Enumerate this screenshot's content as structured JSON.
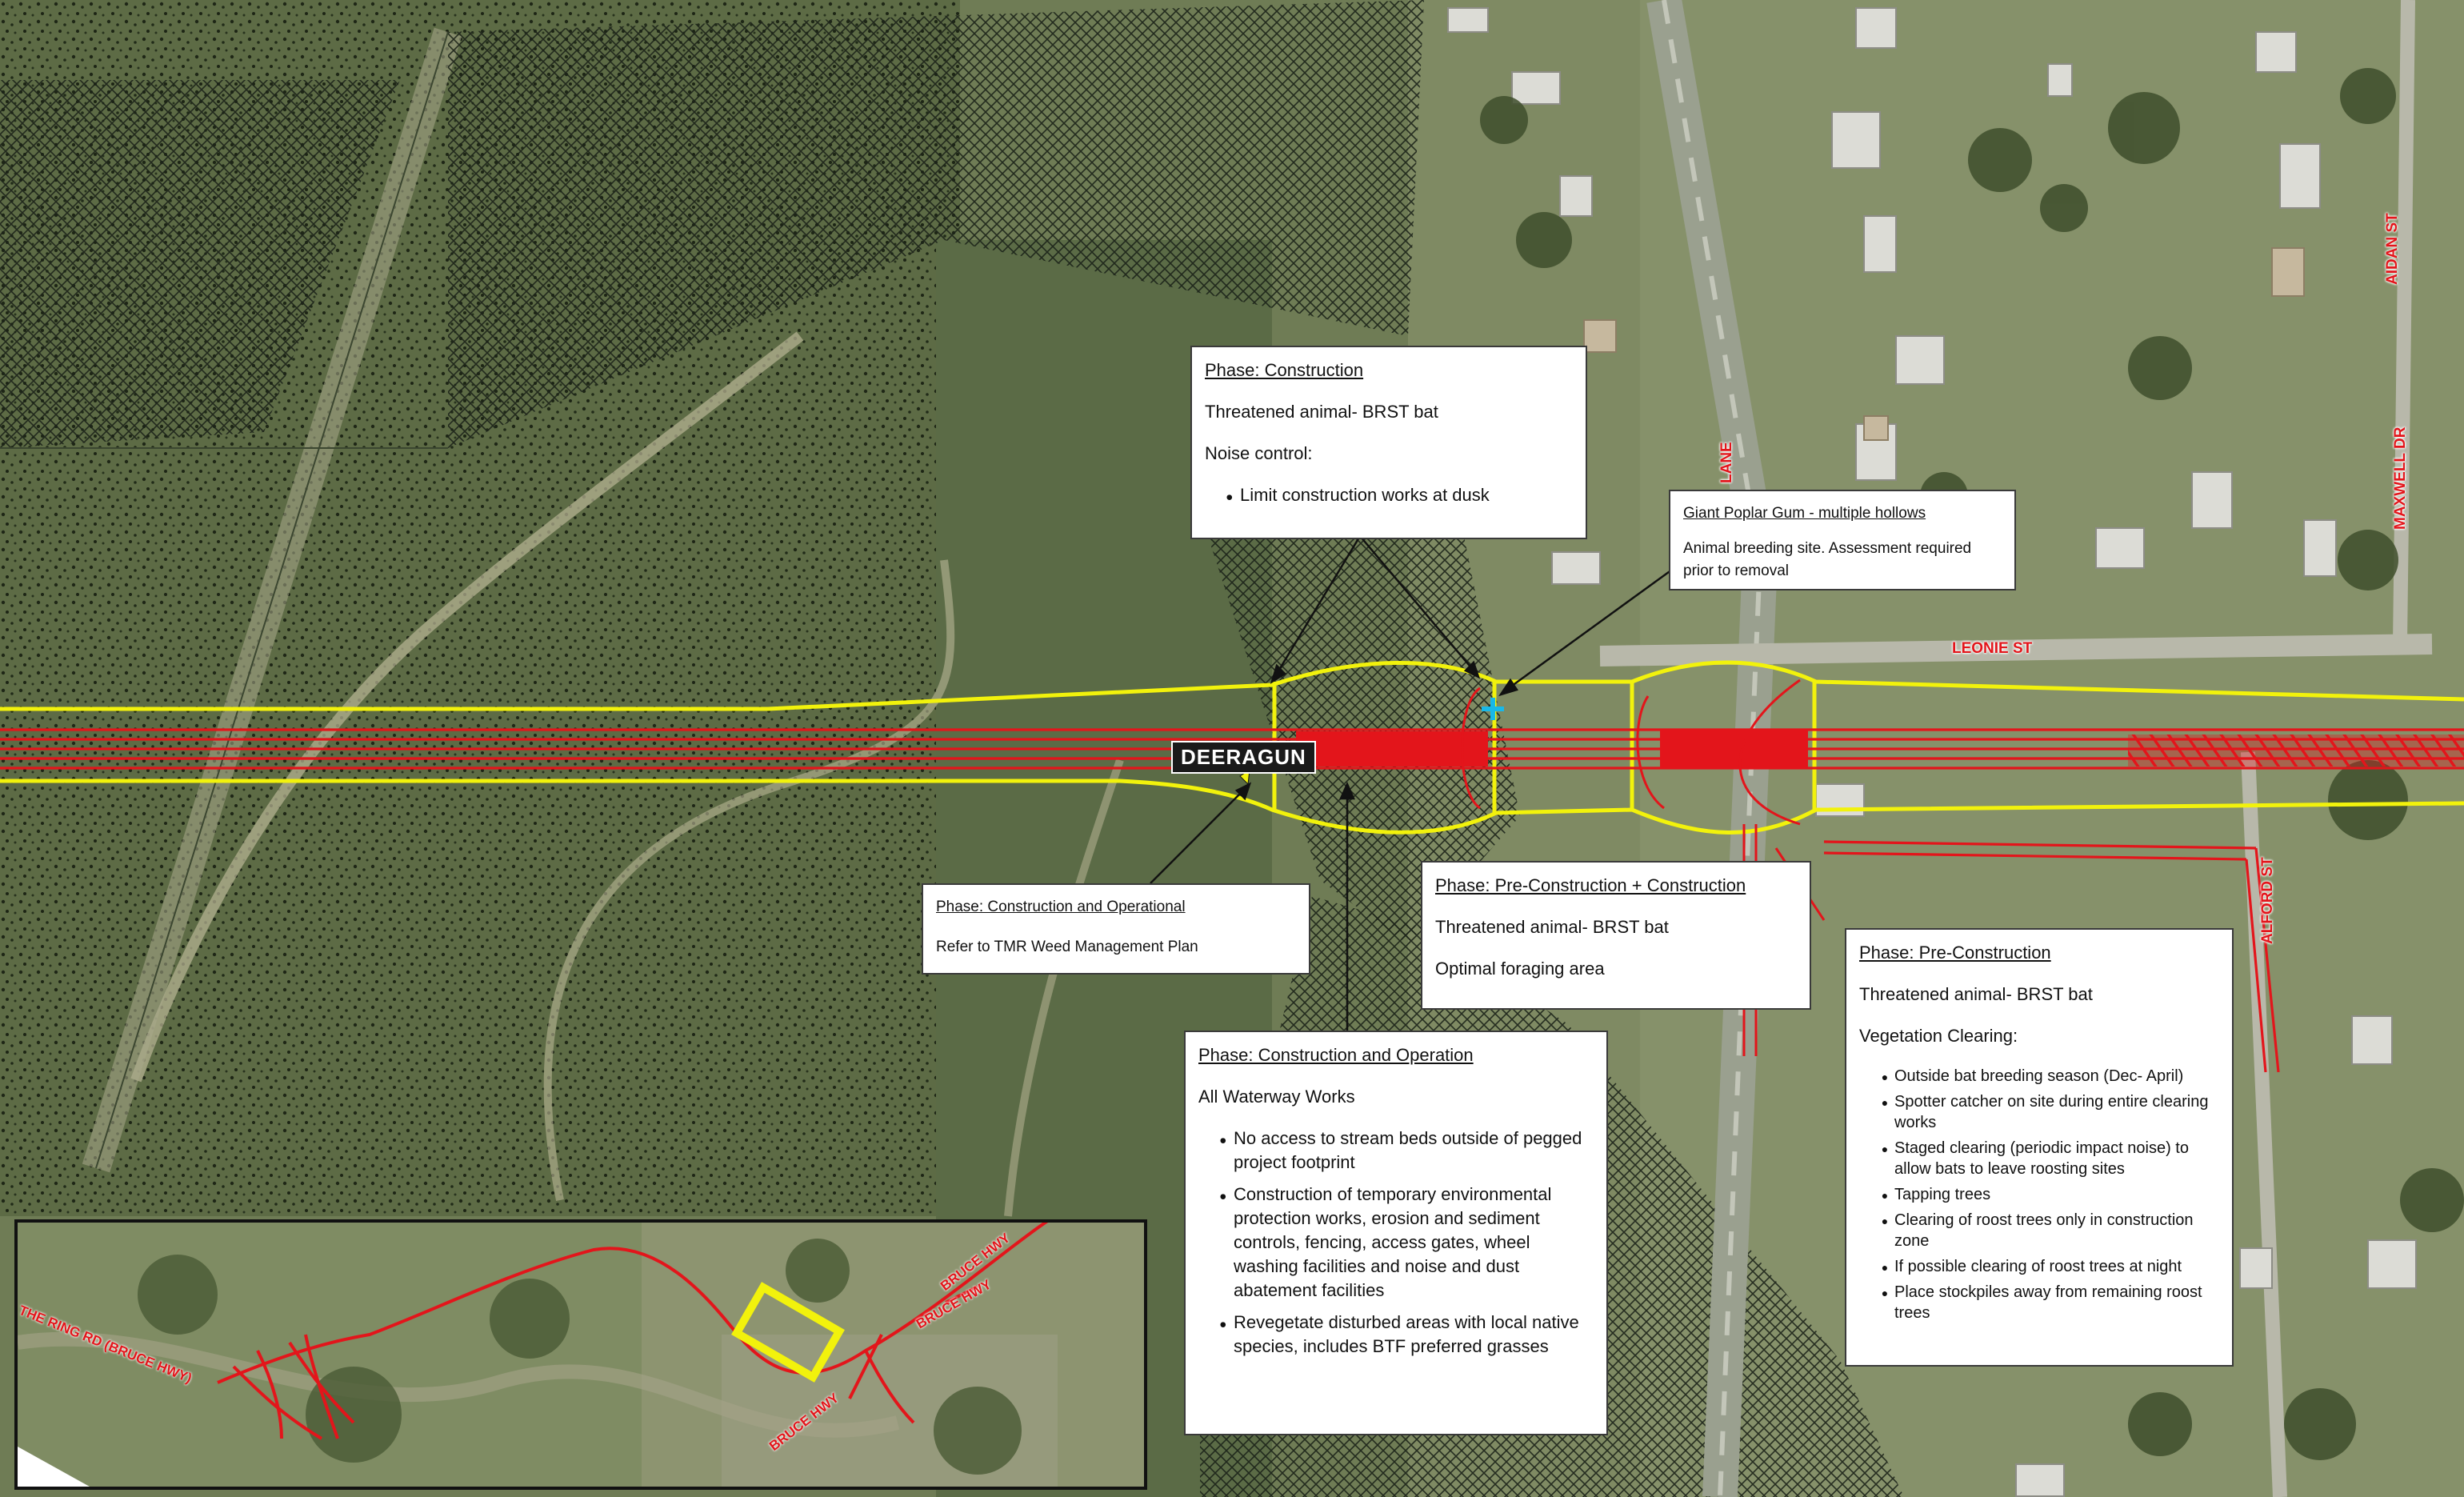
{
  "map": {
    "place_label": "DEERAGUN",
    "streets": {
      "aidan_st": "AIDAN ST",
      "maxwell_dr": "MAXWELL DR",
      "leonie_st": "LEONIE ST",
      "alford_st": "ALFORD ST",
      "lane_partial": "LANE"
    },
    "callouts": {
      "construction_noise": {
        "title": "Phase: Construction",
        "subject": "Threatened animal- BRST bat",
        "heading": "Noise control:",
        "items": [
          "Limit construction works at dusk"
        ]
      },
      "poplar_gum": {
        "title": "Giant Poplar Gum - multiple hollows",
        "body": "Animal breeding site. Assessment required prior to removal"
      },
      "weed": {
        "title": "Phase: Construction and Operational",
        "body": "Refer to TMR Weed Management Plan"
      },
      "foraging": {
        "title": "Phase: Pre-Construction + Construction",
        "subject": "Threatened animal- BRST bat",
        "body": "Optimal foraging area"
      },
      "waterway": {
        "title": "Phase: Construction and Operation",
        "heading": "All Waterway Works",
        "items": [
          "No access to stream beds outside of pegged project footprint",
          "Construction of temporary environmental protection works, erosion and sediment controls, fencing, access gates, wheel washing facilities and noise and dust abatement facilities",
          "Revegetate disturbed areas with local native species, includes BTF preferred grasses"
        ]
      },
      "vegetation": {
        "title": "Phase: Pre-Construction",
        "subject": "Threatened animal- BRST bat",
        "heading": "Vegetation Clearing:",
        "items": [
          "Outside bat breeding season (Dec- April)",
          "Spotter catcher on site during entire clearing works",
          "Staged clearing (periodic impact noise) to allow bats to leave roosting sites",
          "Tapping trees",
          "Clearing of roost trees only in construction zone",
          "If possible clearing of roost trees at night",
          "Place stockpiles away from remaining roost trees"
        ]
      }
    },
    "inset": {
      "labels": {
        "ring_rd": "THE RING RD (BRUCE HWY)",
        "bruce_hwy_1": "BRUCE HWY",
        "bruce_hwy_2": "BRUCE HWY",
        "bruce_hwy_3": "BRUCE HWY"
      }
    },
    "colors": {
      "alignment_red": "#e3151b",
      "footprint_yellow": "#f2f20c",
      "vegetation_dark": "#4e5e3a",
      "cleared_land": "#a8ab8a",
      "marker_cyan": "#19b8e8"
    }
  }
}
